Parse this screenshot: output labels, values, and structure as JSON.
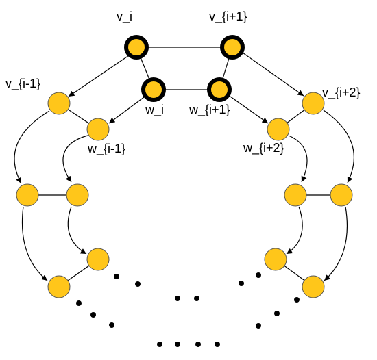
{
  "colors": {
    "node_fill": "#FFC61A",
    "node_stroke": "#555555",
    "highlight_stroke": "#000000",
    "edge": "#000000",
    "background": "#ffffff"
  },
  "labels": {
    "v_i": "v_i",
    "v_i1": "v_{i+1}",
    "v_im1": "v_{i-1}",
    "v_i2": "v_{i+2}",
    "w_i": "w_i",
    "w_i1": "w_{i+1}",
    "w_im1": "w_{i-1}",
    "w_i2": "w_{i+2}"
  }
}
